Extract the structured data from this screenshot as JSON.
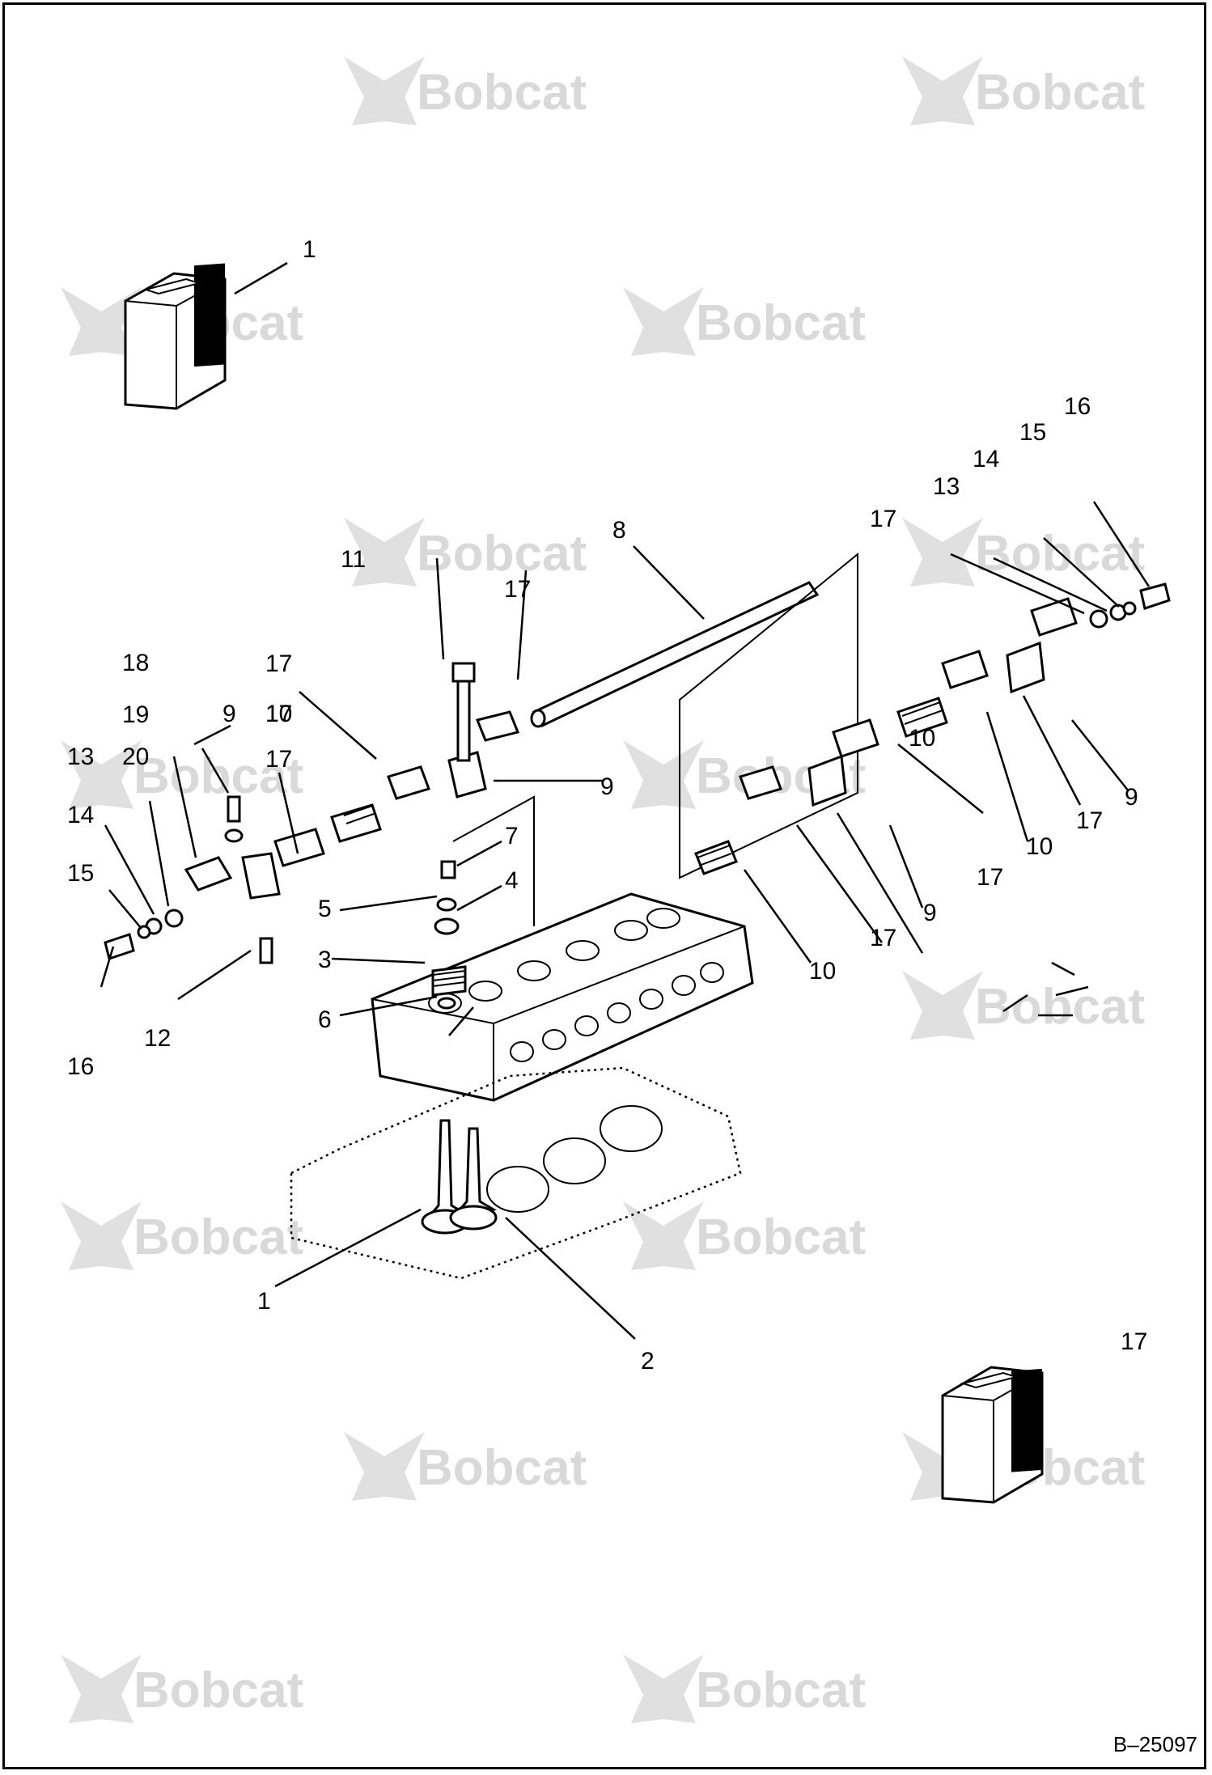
{
  "watermark": {
    "brand": "Bobcat",
    "color": "#d9d9d9"
  },
  "drawing_number": "B–25097",
  "callouts": [
    "1",
    "1",
    "2",
    "3",
    "4",
    "5",
    "6",
    "7",
    "8",
    "9",
    "9",
    "9",
    "9",
    "10",
    "10",
    "10",
    "10",
    "11",
    "12",
    "13",
    "13",
    "14",
    "14",
    "15",
    "15",
    "16",
    "16",
    "17",
    "17",
    "17",
    "17",
    "17",
    "17",
    "17",
    "17",
    "17",
    "18",
    "19",
    "20"
  ]
}
